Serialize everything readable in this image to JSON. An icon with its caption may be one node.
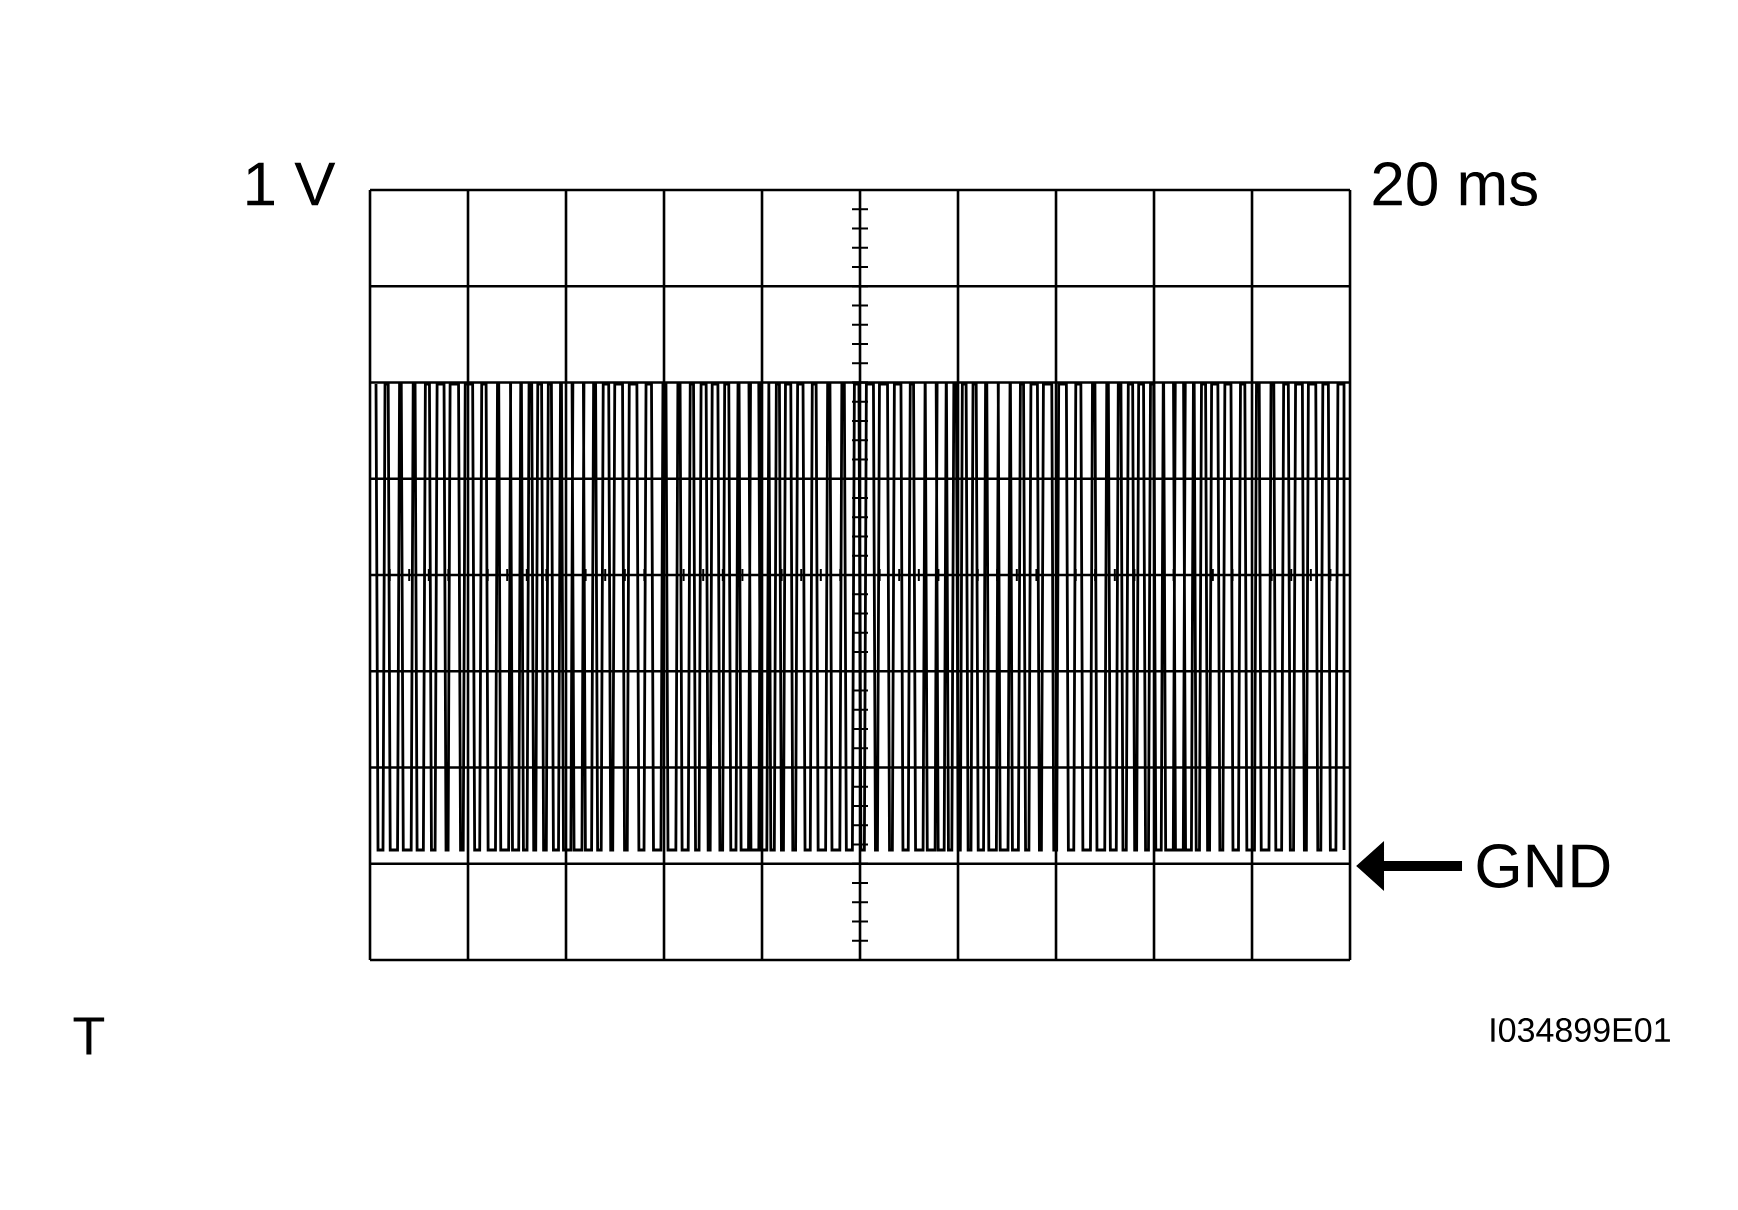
{
  "diagram": {
    "labels": [
      "1 V",
      "20 ms",
      "GND",
      "T",
      "I034899E01"
    ]
  }
}
